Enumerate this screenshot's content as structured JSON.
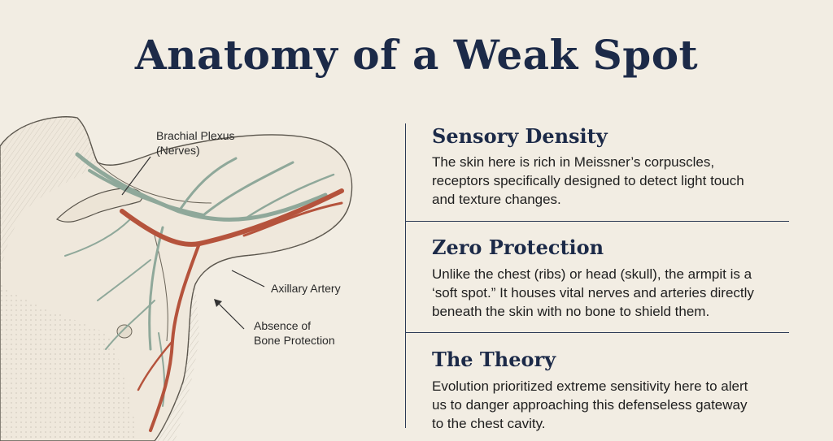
{
  "title": "Anatomy of a Weak Spot",
  "labels": {
    "brachial_line1": "Brachial Plexus",
    "brachial_line2": "(Nerves)",
    "axillary": "Axillary Artery",
    "absence_line1": "Absence of",
    "absence_line2": "Bone Protection"
  },
  "sections": [
    {
      "heading": "Sensory Density",
      "lines": [
        "The skin here is rich in Meissner’s corpuscles,",
        "receptors specifically designed to detect light touch",
        "and texture changes."
      ]
    },
    {
      "heading": "Zero Protection",
      "lines": [
        "Unlike the chest (ribs) or head (skull), the armpit is a",
        "‘soft spot.” It houses vital nerves and arteries directly",
        "beneath the skin with no bone to shield them."
      ]
    },
    {
      "heading": "The Theory",
      "lines": [
        "Evolution prioritized extreme sensitivity here to alert",
        "us to danger approaching this defenseless gateway",
        "to the chest cavity."
      ]
    }
  ],
  "colors": {
    "background": "#f2ede3",
    "title": "#1c2a48",
    "artery": "#b5533c",
    "nerve": "#8fa89a"
  }
}
